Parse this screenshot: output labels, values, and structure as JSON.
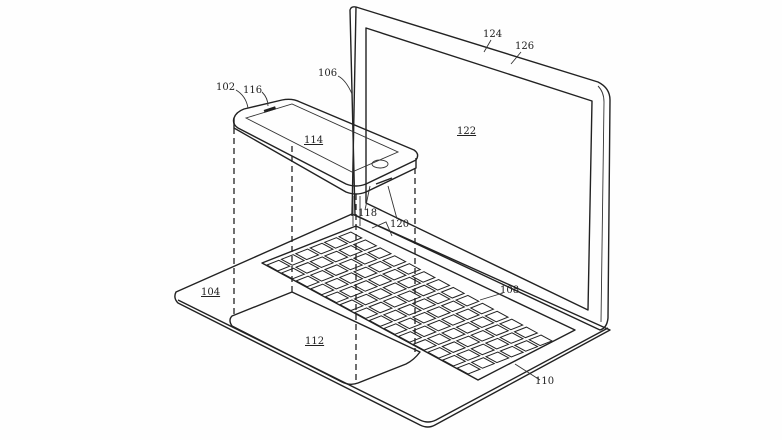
{
  "figure": {
    "labels": {
      "phone": "102",
      "base": "104",
      "hinge": "106",
      "keyboard": "108",
      "keyboard_ref": "110",
      "trackpad_recess": "112",
      "phone_display": "114",
      "phone_speaker": "116",
      "phone_button": "118",
      "phone_connector": "120",
      "laptop_display": "122",
      "camera": "124",
      "lid_edge": "126"
    }
  }
}
